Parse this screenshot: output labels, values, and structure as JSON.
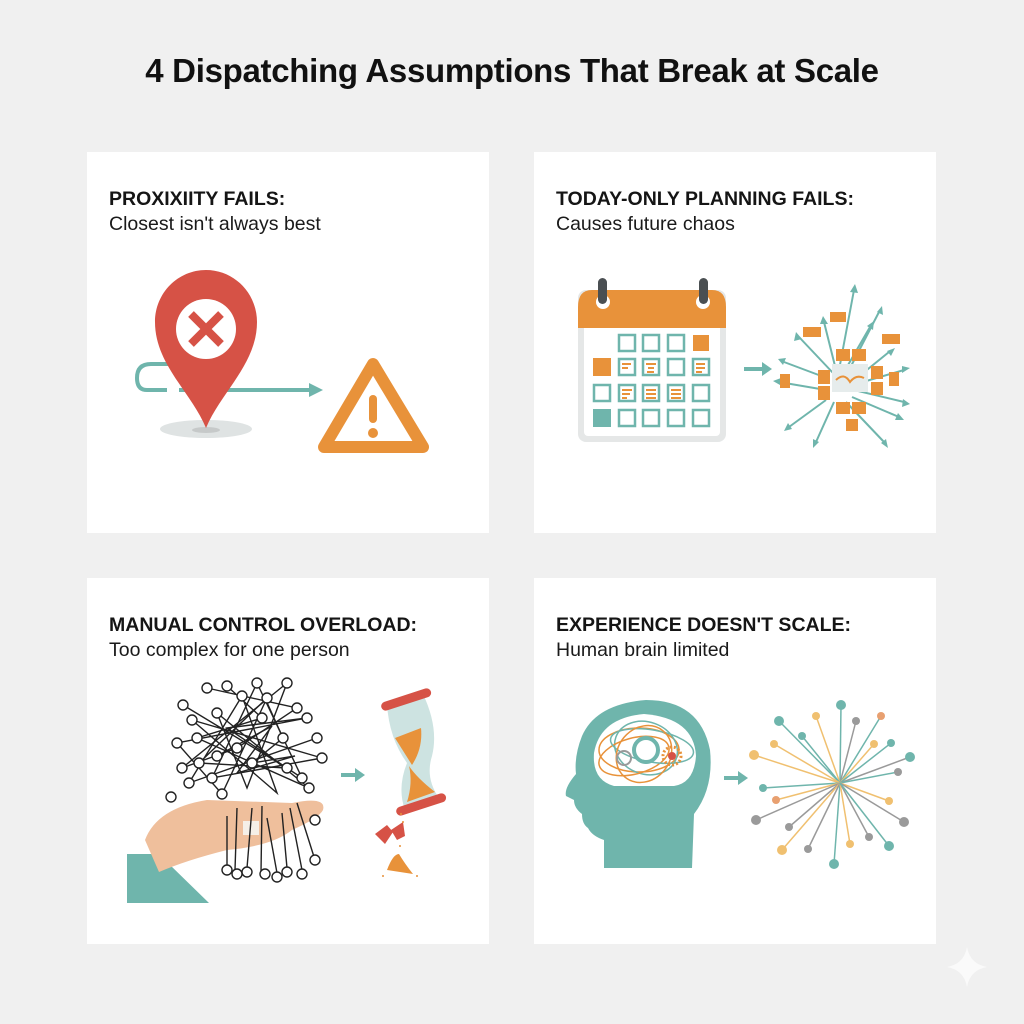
{
  "page": {
    "title": "4 Dispatching Assumptions That Break at Scale"
  },
  "colors": {
    "background": "#f0f0f0",
    "card": "#ffffff",
    "teal": "#6fb5ac",
    "orange": "#e8923a",
    "red": "#d65246",
    "skin": "#efbf9c",
    "gray": "#9a9a9a",
    "yellow": "#f0c070"
  },
  "cards": [
    {
      "heading": "PROXIXIITY FAILS:",
      "subtitle": "Closest isn't always best",
      "icons": [
        "location-pin-x-icon",
        "route-arrow-icon",
        "warning-triangle-icon"
      ]
    },
    {
      "heading": "TODAY-ONLY PLANNING FAILS:",
      "subtitle": "Causes future chaos",
      "icons": [
        "calendar-icon",
        "arrow-right-icon",
        "scattered-tasks-icon"
      ]
    },
    {
      "heading": "MANUAL CONTROL OVERLOAD:",
      "subtitle": "Too complex for one person",
      "icons": [
        "tangled-network-hand-icon",
        "arrow-right-icon",
        "broken-hourglass-icon"
      ]
    },
    {
      "heading": "EXPERIENCE DOESN'T SCALE:",
      "subtitle": "Human brain limited",
      "icons": [
        "head-tangled-brain-icon",
        "arrow-right-icon",
        "radiating-burst-icon"
      ]
    }
  ],
  "watermark": {
    "icon": "sparkle-icon"
  }
}
